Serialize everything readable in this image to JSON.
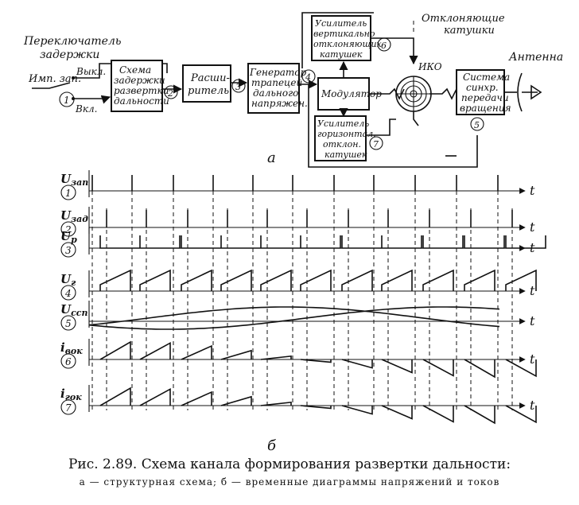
{
  "diagram": {
    "switch_label": [
      "Переключатель",
      "задержки"
    ],
    "switch_off": "Выкл.",
    "switch_on": "Вкл.",
    "imp_label": "Имп. зап.",
    "blocks": {
      "delay": [
        "Схема",
        "задержки",
        "развертки",
        "дальности"
      ],
      "expander": [
        "Расши-",
        "ритель"
      ],
      "generator": [
        "Генератор",
        "трапецей",
        "дального",
        "напряжен."
      ],
      "vert_amp": [
        "Усилитель",
        "вертикально",
        "отклоняющих",
        "катушек"
      ],
      "modulator": [
        "Модулятор"
      ],
      "horiz_amp": [
        "Усилитель",
        "горизонтал.",
        "отклон.",
        "катушек"
      ],
      "sync": [
        "Система",
        "синхр.",
        "передачи",
        "вращения"
      ]
    },
    "coils_label": [
      "Отклоняющие",
      "катушки"
    ],
    "crt_label": "ИКО",
    "antenna_label": "Антенна",
    "node_numbers": [
      "1",
      "2",
      "3",
      "4",
      "5",
      "6",
      "7"
    ],
    "sub_a": "а"
  },
  "timing": {
    "signals": [
      {
        "label": "U",
        "sub": "зап",
        "num": "1"
      },
      {
        "label": "U",
        "sub": "зад",
        "num": "2"
      },
      {
        "label": "U",
        "sub": "р",
        "num": "3"
      },
      {
        "label": "U",
        "sub": "г",
        "num": "4"
      },
      {
        "label": "U",
        "sub": "ссп",
        "num": "5"
      },
      {
        "label": "i",
        "sub": "вок",
        "num": "6"
      },
      {
        "label": "i",
        "sub": "гок",
        "num": "7"
      }
    ],
    "time_axis": "t",
    "sub_b": "б"
  },
  "caption": {
    "title": "Рис. 2.89. Схема канала формирования развертки дальности:",
    "legend": "а — структурная схема; б — временные диаграммы напряжений и токов"
  }
}
